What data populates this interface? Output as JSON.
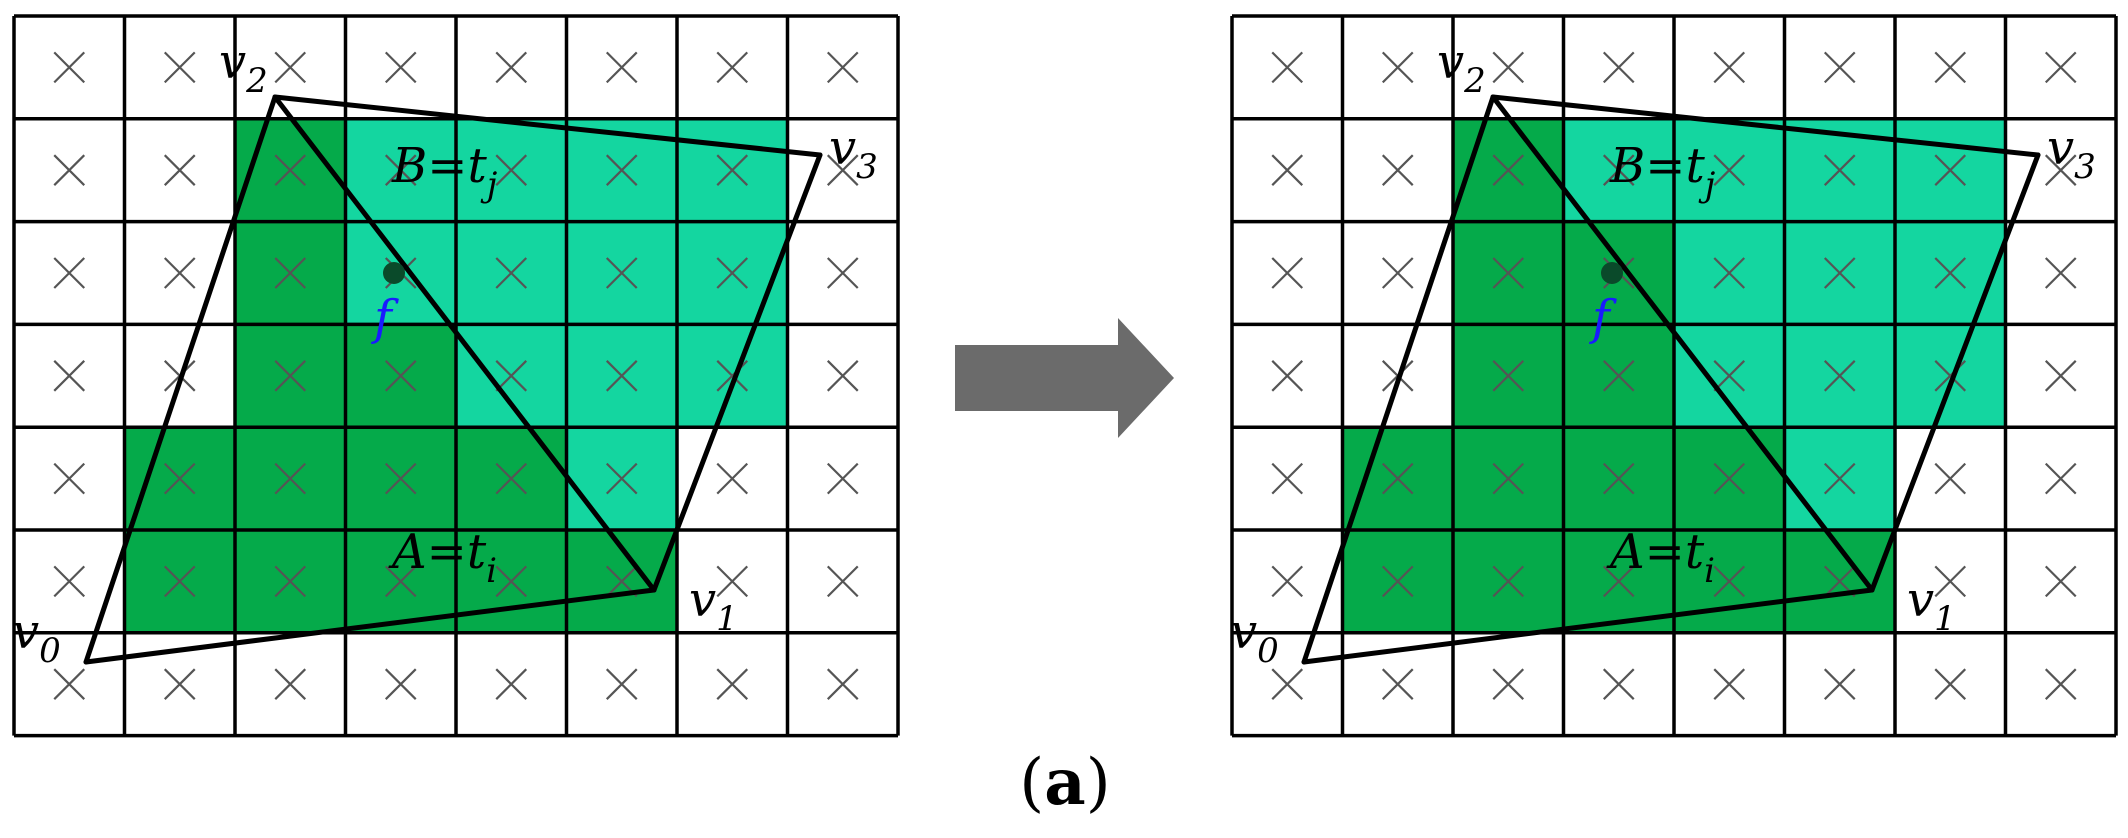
{
  "figure": {
    "caption_open": "(",
    "caption_letter": "a",
    "caption_close": ")",
    "colors": {
      "grid_line": "#000000",
      "cross_mark": "#555555",
      "triangle_A_fill": "#05AA4A",
      "triangle_B_fill": "#14D6A0",
      "arrow": "#6B6B6B",
      "point_f_label": "#1a1aff",
      "point_f_dot": "#0a4a2a"
    },
    "labels": {
      "v0": {
        "base": "v",
        "sub": "0"
      },
      "v1": {
        "base": "v",
        "sub": "1"
      },
      "v2": {
        "base": "v",
        "sub": "2"
      },
      "v3": {
        "base": "v",
        "sub": "3"
      },
      "A": {
        "text": "A=t",
        "sub": "i"
      },
      "B": {
        "text": "B=t",
        "sub": "j"
      },
      "f": {
        "text": "f"
      }
    },
    "panels": [
      {
        "name": "before",
        "rows": 7,
        "cols": 8,
        "fill_grid": [
          "........",
          "..ABBBB.",
          "..ABBBB.",
          "..AABBB.",
          ".AAAAB..",
          ".AAAAA..",
          "........"
        ]
      },
      {
        "name": "after",
        "rows": 7,
        "cols": 8,
        "fill_grid": [
          "........",
          "..ABBBB.",
          "..AABBB.",
          "..AABBB.",
          ".AAAAB..",
          ".AAAAA..",
          "........"
        ]
      }
    ]
  }
}
